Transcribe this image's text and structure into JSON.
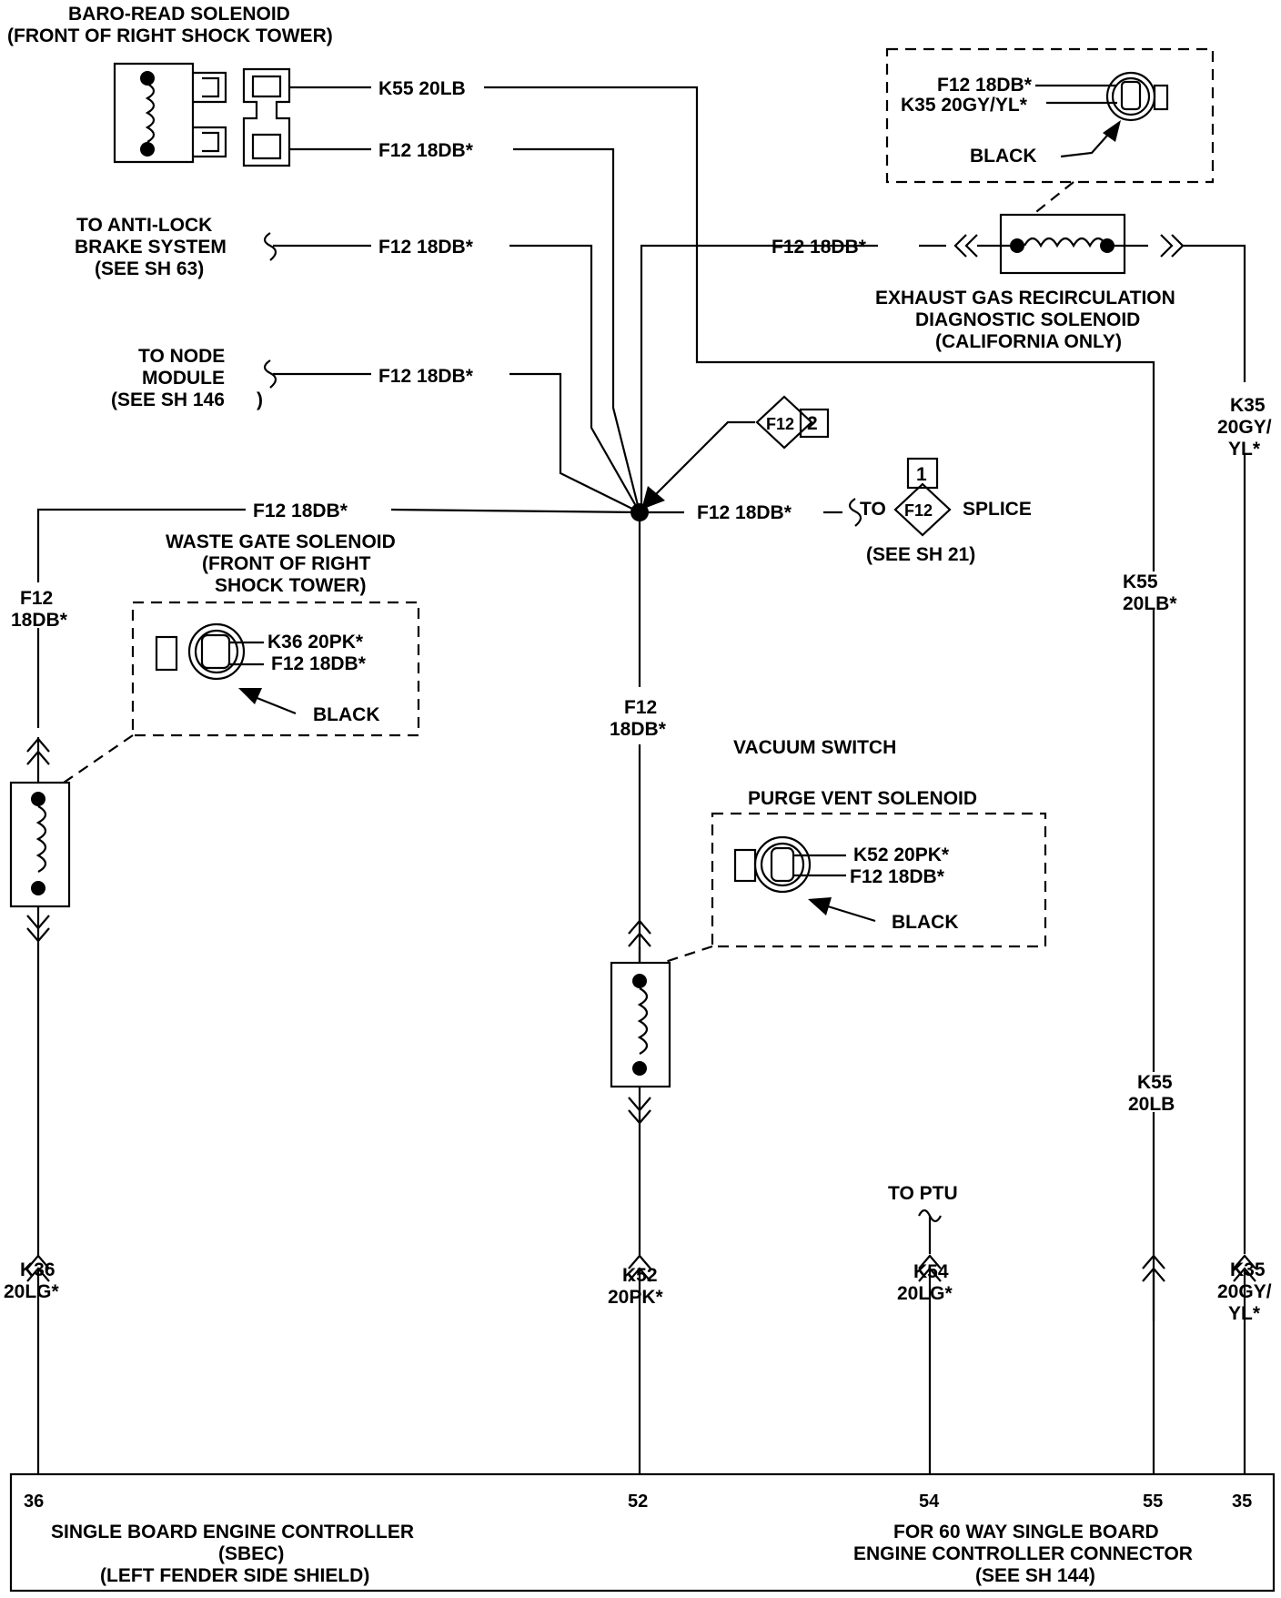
{
  "components": {
    "baro_read": {
      "line1": "BARO-READ SOLENOID",
      "line2": "(FRONT OF RIGHT SHOCK TOWER)"
    },
    "egr": {
      "line1": "EXHAUST GAS RECIRCULATION",
      "line2": "DIAGNOSTIC SOLENOID",
      "line3": "(CALIFORNIA ONLY)"
    },
    "egr_box": {
      "wire1": "F12 18DB*",
      "wire2": "K35 20GY/YL*",
      "color": "BLACK"
    },
    "anti_lock": {
      "line1": "TO ANTI-LOCK",
      "line2": "BRAKE SYSTEM",
      "line3": "(SEE SH 63)"
    },
    "node_module": {
      "line1": "TO NODE",
      "line2": "MODULE",
      "line3": "(SEE SH 146",
      "line3b": ")"
    },
    "waste_gate": {
      "line1": "WASTE GATE SOLENOID",
      "line2": "(FRONT OF RIGHT",
      "line3": "SHOCK TOWER)"
    },
    "waste_box": {
      "wire1": "K36 20PK*",
      "wire2": "F12 18DB*",
      "color": "BLACK"
    },
    "vacuum_switch": "VACUUM SWITCH",
    "purge_vent": "PURGE VENT SOLENOID",
    "purge_box": {
      "wire1": "K52  20PK*",
      "wire2": "F12 18DB*",
      "color": "BLACK"
    },
    "splice": {
      "to": "TO",
      "id": "F12",
      "word": "SPLICE",
      "num": "1",
      "ref": "(SEE SH 21)"
    },
    "splice_ref2": {
      "id": "F12",
      "num": "2"
    },
    "to_ptu": "TO PTU",
    "sbec": {
      "line1": "SINGLE BOARD ENGINE CONTROLLER",
      "line2": "(SBEC)",
      "line3": "(LEFT FENDER SIDE SHIELD)"
    },
    "connector_note": {
      "line1": "FOR 60 WAY SINGLE BOARD",
      "line2": "ENGINE CONTROLLER CONNECTOR",
      "line3": "(SEE SH 144)"
    }
  },
  "wires": {
    "k55_baro": "K55 20LB",
    "f12_baro": "F12  18DB*",
    "f12_abs": "F12  18DB*",
    "f12_egr": "F12 18DB*",
    "f12_node": "F12  18DB*",
    "f12_left": "F12  18DB*",
    "f12_splice": "F12  18DB*",
    "left_vert": {
      "l1": "F12",
      "l2": "18DB*"
    },
    "center_vert": {
      "l1": "F12",
      "l2": "18DB*"
    },
    "k35_upper": {
      "l1": "K35",
      "l2": "20GY/",
      "l3": "YL*"
    },
    "k55_upper": {
      "l1": "K55",
      "l2": "20LB*"
    },
    "k55_lower": {
      "l1": "K55",
      "l2": "20LB"
    },
    "k36": {
      "l1": "K36",
      "l2": "20LG*"
    },
    "k52": {
      "l1": "K52",
      "l2": "20PK*"
    },
    "k54": {
      "l1": "K54",
      "l2": "20LG*"
    },
    "k35_lower": {
      "l1": "K35",
      "l2": "20GY/",
      "l3": "YL*"
    }
  },
  "pins": [
    "36",
    "52",
    "54",
    "55",
    "35"
  ]
}
